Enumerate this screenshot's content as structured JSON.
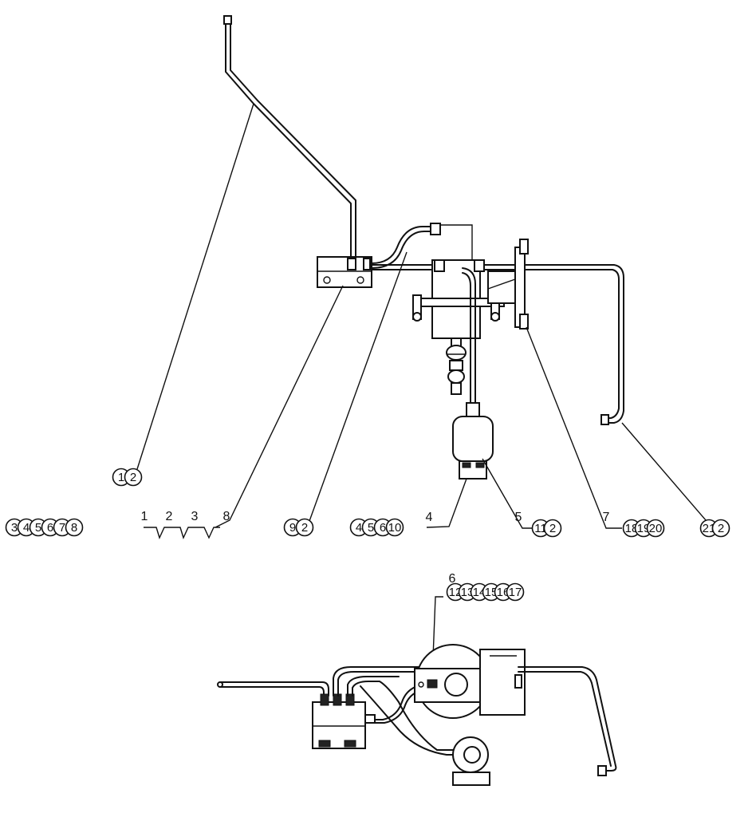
{
  "callouts": [
    {
      "numbers": [
        "1",
        "2"
      ]
    },
    {
      "numbers": [
        "3",
        "4",
        "5",
        "6",
        "7",
        "8"
      ],
      "leaders": [
        "1",
        "2",
        "3",
        "8"
      ]
    },
    {
      "numbers": [
        "9",
        "2"
      ]
    },
    {
      "numbers": [
        "4",
        "5",
        "6",
        "10"
      ],
      "leader": "4"
    },
    {
      "numbers": [
        "11",
        "2"
      ],
      "leader": "5"
    },
    {
      "numbers": [
        "18",
        "19",
        "20"
      ],
      "leader": "7"
    },
    {
      "numbers": [
        "21",
        "2"
      ]
    },
    {
      "numbers": [
        "12",
        "13",
        "14",
        "15",
        "16",
        "17"
      ],
      "leader": "6"
    }
  ]
}
